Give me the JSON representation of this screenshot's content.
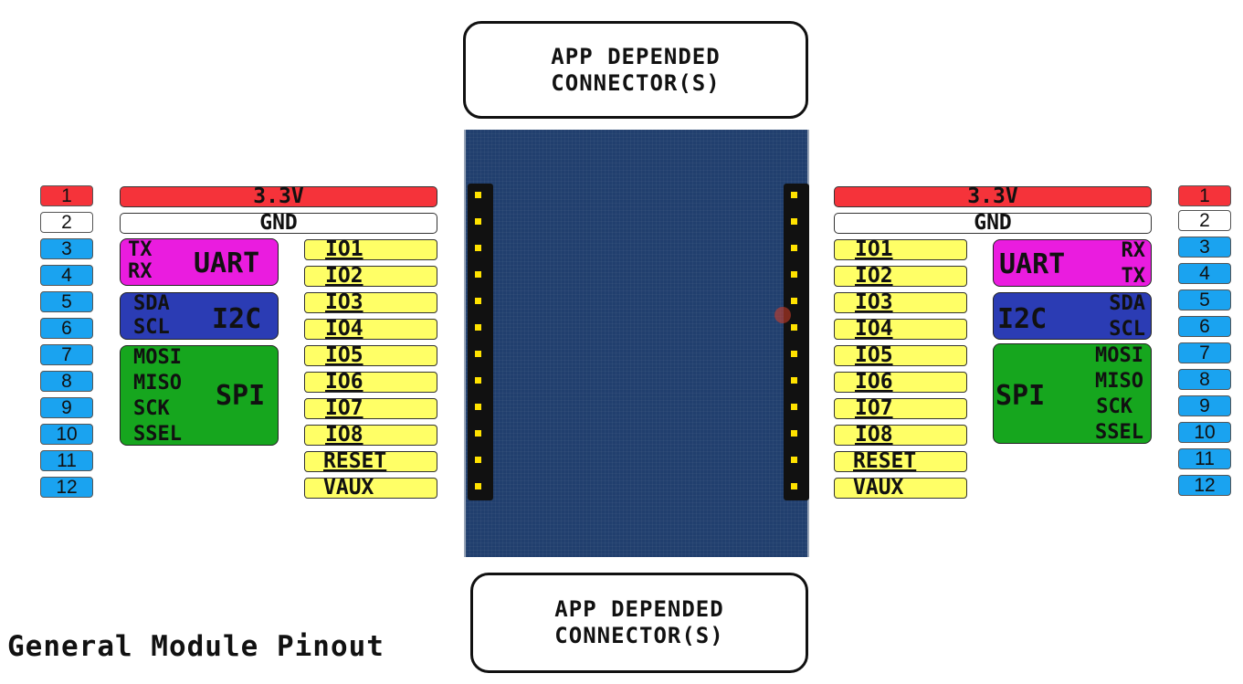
{
  "app_connector_top": {
    "line1": "APP DEPENDED",
    "line2": "CONNECTOR(S)"
  },
  "app_connector_bottom": {
    "line1": "APP DEPENDED",
    "line2": "CONNECTOR(S)"
  },
  "pin_numbers": [
    "1",
    "2",
    "3",
    "4",
    "5",
    "6",
    "7",
    "8",
    "9",
    "10",
    "11",
    "12"
  ],
  "power": {
    "v33": "3.3V",
    "gnd": "GND"
  },
  "io_pins": [
    "IO1",
    "IO2",
    "IO3",
    "IO4",
    "IO5",
    "IO6",
    "IO7",
    "IO8",
    "RESET",
    "VAUX"
  ],
  "left": {
    "uart": {
      "name": "UART",
      "signals": [
        "TX",
        "RX"
      ]
    },
    "i2c": {
      "name": "I2C",
      "signals": [
        "SDA",
        "SCL"
      ]
    },
    "spi": {
      "name": "SPI",
      "signals": [
        "MOSI",
        "MISO",
        "SCK",
        "SSEL"
      ]
    }
  },
  "right": {
    "uart": {
      "name": "UART",
      "signals": [
        "RX",
        "TX"
      ]
    },
    "i2c": {
      "name": "I2C",
      "signals": [
        "SDA",
        "SCL"
      ]
    },
    "spi": {
      "name": "SPI",
      "signals": [
        "MOSI",
        "MISO",
        "SCK",
        "SSEL"
      ]
    }
  },
  "title": "General Module Pinout",
  "colors": {
    "pin1": "#f5333a",
    "pin2": "#ffffff",
    "pin_other": "#1aa3f0",
    "io": "#ffff66",
    "uart": "#ea1cdf",
    "i2c": "#2b3cb4",
    "spi": "#16a61e",
    "module": "#213f6e",
    "header_pin": "#ffe200"
  }
}
